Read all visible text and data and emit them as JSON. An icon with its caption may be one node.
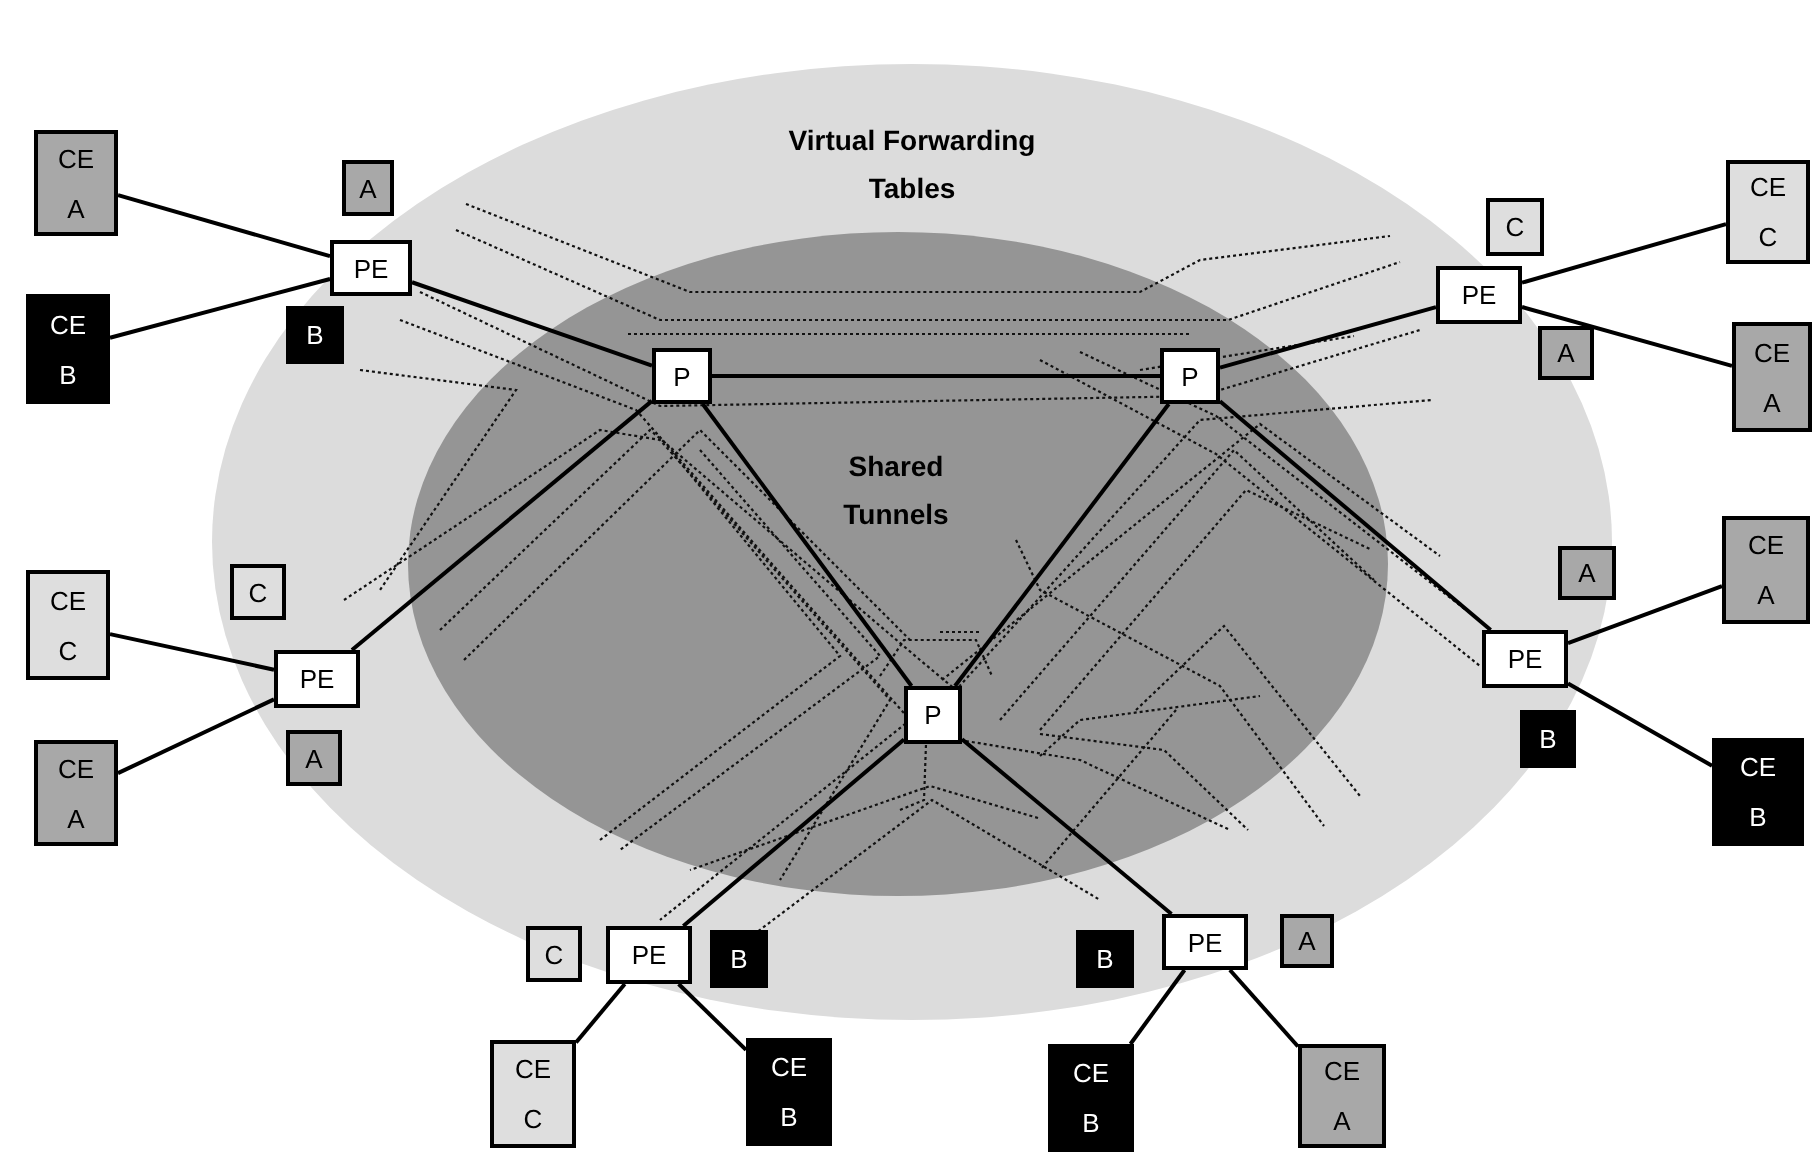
{
  "diagram": {
    "nodes": [
      {
        "text": [
          "Virtual Forwarding Tables"
        ]
      },
      {
        "text": [
          "Shared Tunnels"
        ],
        "in": 0
      },
      {
        "text": [
          "CE A"
        ]
      },
      {
        "text": [
          "A"
        ],
        "in": 0
      },
      {
        "text": [
          "PE"
        ],
        "in": 0
      },
      {
        "text": [
          "CE B"
        ]
      },
      {
        "text": [
          "B"
        ],
        "in": 0
      },
      {
        "text": [
          "C"
        ],
        "in": 0
      },
      {
        "text": [
          "CE C"
        ]
      },
      {
        "text": [
          "PE"
        ],
        "in": 0
      },
      {
        "text": [
          "A"
        ],
        "in": 0
      },
      {
        "text": [
          "CE A"
        ]
      },
      {
        "text": [
          "P"
        ],
        "in": 1
      },
      {
        "text": [
          "P"
        ],
        "in": 1
      },
      {
        "text": [
          "C"
        ],
        "in": 0
      },
      {
        "text": [
          "CE C"
        ]
      },
      {
        "text": [
          "PE"
        ],
        "in": 0
      },
      {
        "text": [
          "A"
        ],
        "in": 0
      },
      {
        "text": [
          "CE A"
        ]
      },
      {
        "text": [
          "A"
        ],
        "in": 0
      },
      {
        "text": [
          "CE A"
        ]
      },
      {
        "text": [
          "PE"
        ],
        "in": 0
      },
      {
        "text": [
          "B"
        ],
        "in": 0
      },
      {
        "text": [
          "CE B"
        ]
      },
      {
        "text": [
          "P"
        ],
        "in": 1
      },
      {
        "text": [
          "C"
        ],
        "in": 0
      },
      {
        "text": [
          "PE"
        ],
        "in": 0
      },
      {
        "text": [
          "B"
        ],
        "in": 0
      },
      {
        "text": [
          "CE C"
        ]
      },
      {
        "text": [
          "CE B"
        ]
      },
      {
        "text": [
          "B"
        ],
        "in": 0
      },
      {
        "text": [
          "PE"
        ],
        "in": 0
      },
      {
        "text": [
          "A"
        ],
        "in": 0
      },
      {
        "text": [
          "CE B"
        ]
      },
      {
        "text": [
          "CE A"
        ]
      }
    ],
    "edges": [
      {
        "from": 2,
        "to": 4,
        "arrow": "none"
      },
      {
        "from": 5,
        "to": 4,
        "arrow": "none"
      },
      {
        "from": 8,
        "to": 9,
        "arrow": "none"
      },
      {
        "from": 11,
        "to": 9,
        "arrow": "none"
      },
      {
        "from": 15,
        "to": 16,
        "arrow": "none"
      },
      {
        "from": 18,
        "to": 16,
        "arrow": "none"
      },
      {
        "from": 20,
        "to": 21,
        "arrow": "none"
      },
      {
        "from": 23,
        "to": 21,
        "arrow": "none"
      },
      {
        "from": 28,
        "to": 26,
        "arrow": "none"
      },
      {
        "from": 29,
        "to": 26,
        "arrow": "none"
      },
      {
        "from": 33,
        "to": 31,
        "arrow": "none"
      },
      {
        "from": 34,
        "to": 31,
        "arrow": "none"
      },
      {
        "from": 4,
        "to": 12,
        "arrow": "none"
      },
      {
        "from": 16,
        "to": 12,
        "arrow": "none"
      },
      {
        "from": 9,
        "to": 13,
        "arrow": "none"
      },
      {
        "from": 21,
        "to": 13,
        "arrow": "none"
      },
      {
        "from": 26,
        "to": 24,
        "arrow": "none"
      },
      {
        "from": 31,
        "to": 24,
        "arrow": "none"
      },
      {
        "from": 12,
        "to": 13,
        "arrow": "none"
      },
      {
        "from": 12,
        "to": 24,
        "arrow": "none"
      },
      {
        "from": 13,
        "to": 24,
        "arrow": "none"
      }
    ]
  }
}
